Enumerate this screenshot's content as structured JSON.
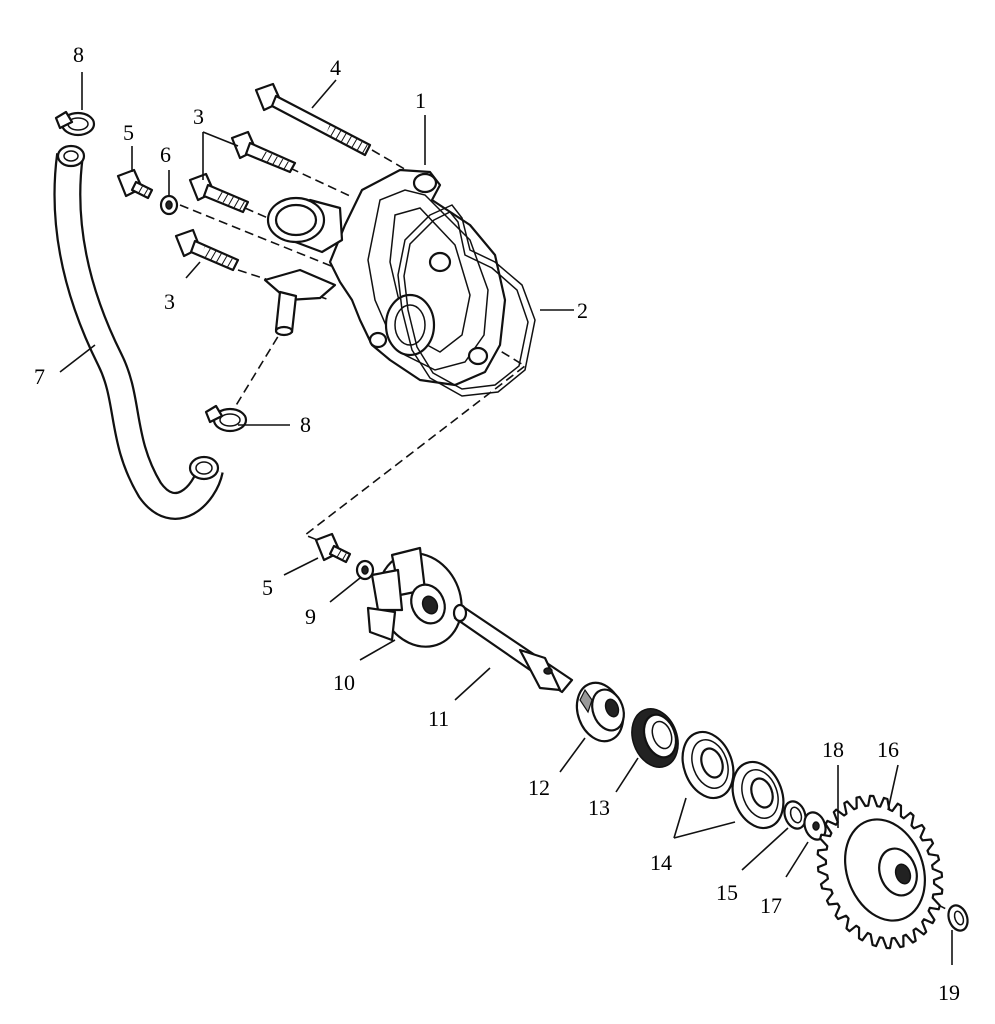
{
  "callouts": [
    {
      "id": "c1",
      "text": "1"
    },
    {
      "id": "c2",
      "text": "2"
    },
    {
      "id": "c3a",
      "text": "3"
    },
    {
      "id": "c3b",
      "text": "3"
    },
    {
      "id": "c4",
      "text": "4"
    },
    {
      "id": "c5a",
      "text": "5"
    },
    {
      "id": "c5b",
      "text": "5"
    },
    {
      "id": "c6",
      "text": "6"
    },
    {
      "id": "c7",
      "text": "7"
    },
    {
      "id": "c8a",
      "text": "8"
    },
    {
      "id": "c8b",
      "text": "8"
    },
    {
      "id": "c9",
      "text": "9"
    },
    {
      "id": "c10",
      "text": "10"
    },
    {
      "id": "c11",
      "text": "11"
    },
    {
      "id": "c12",
      "text": "12"
    },
    {
      "id": "c13",
      "text": "13"
    },
    {
      "id": "c14",
      "text": "14"
    },
    {
      "id": "c15",
      "text": "15"
    },
    {
      "id": "c16",
      "text": "16"
    },
    {
      "id": "c17",
      "text": "17"
    },
    {
      "id": "c18",
      "text": "18"
    },
    {
      "id": "c19",
      "text": "19"
    }
  ]
}
